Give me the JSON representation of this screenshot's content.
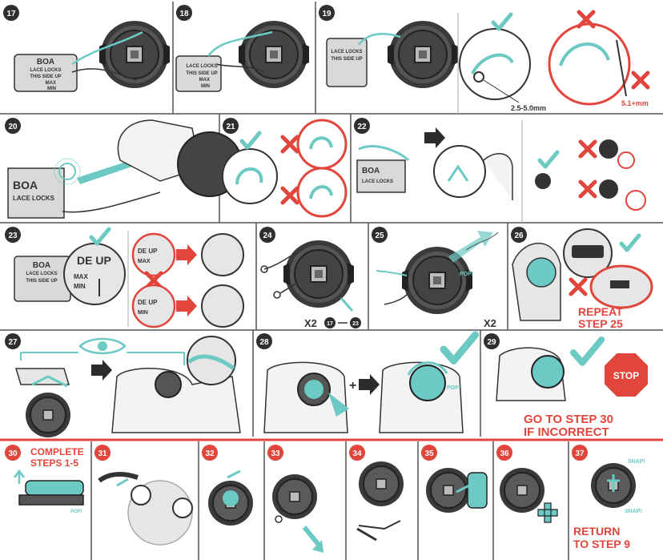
{
  "colors": {
    "teal": "#6cc9c3",
    "red": "#e2453c",
    "dark": "#2b2b2b",
    "badge": "#2f2f2f",
    "gray": "#bdbdbd",
    "light": "#e6e6e6"
  },
  "icons": [
    "check-icon",
    "cross-icon",
    "eye-icon",
    "arrow-right-icon",
    "stop-sign-icon",
    "lace-hook-icon",
    "boa-dial-icon"
  ],
  "steps": [
    "17",
    "18",
    "19",
    "20",
    "21",
    "22",
    "23",
    "24",
    "25",
    "26",
    "27",
    "28",
    "29",
    "30",
    "31",
    "32",
    "33",
    "34",
    "35",
    "36",
    "37"
  ],
  "labels": {
    "boa": "BOA",
    "lace_locks": "LACE LOCKS",
    "this_side_up": "THIS SIDE UP",
    "max": "MAX",
    "min": "MIN",
    "side_up_frag": "DE UP",
    "gap_ok": "2.5-5.0mm",
    "gap_bad": "5.1+mm",
    "x2": "X2",
    "range_from": "17",
    "range_to": "23",
    "pop": "POP!",
    "snap": "SNAP!",
    "repeat_step": [
      "REPEAT",
      "STEP 25"
    ],
    "stop": "STOP",
    "goto": [
      "GO TO STEP 30",
      "IF INCORRECT"
    ],
    "complete": [
      "COMPLETE",
      "STEPS 1-5"
    ],
    "return": [
      "RETURN",
      "TO STEP 9"
    ]
  }
}
